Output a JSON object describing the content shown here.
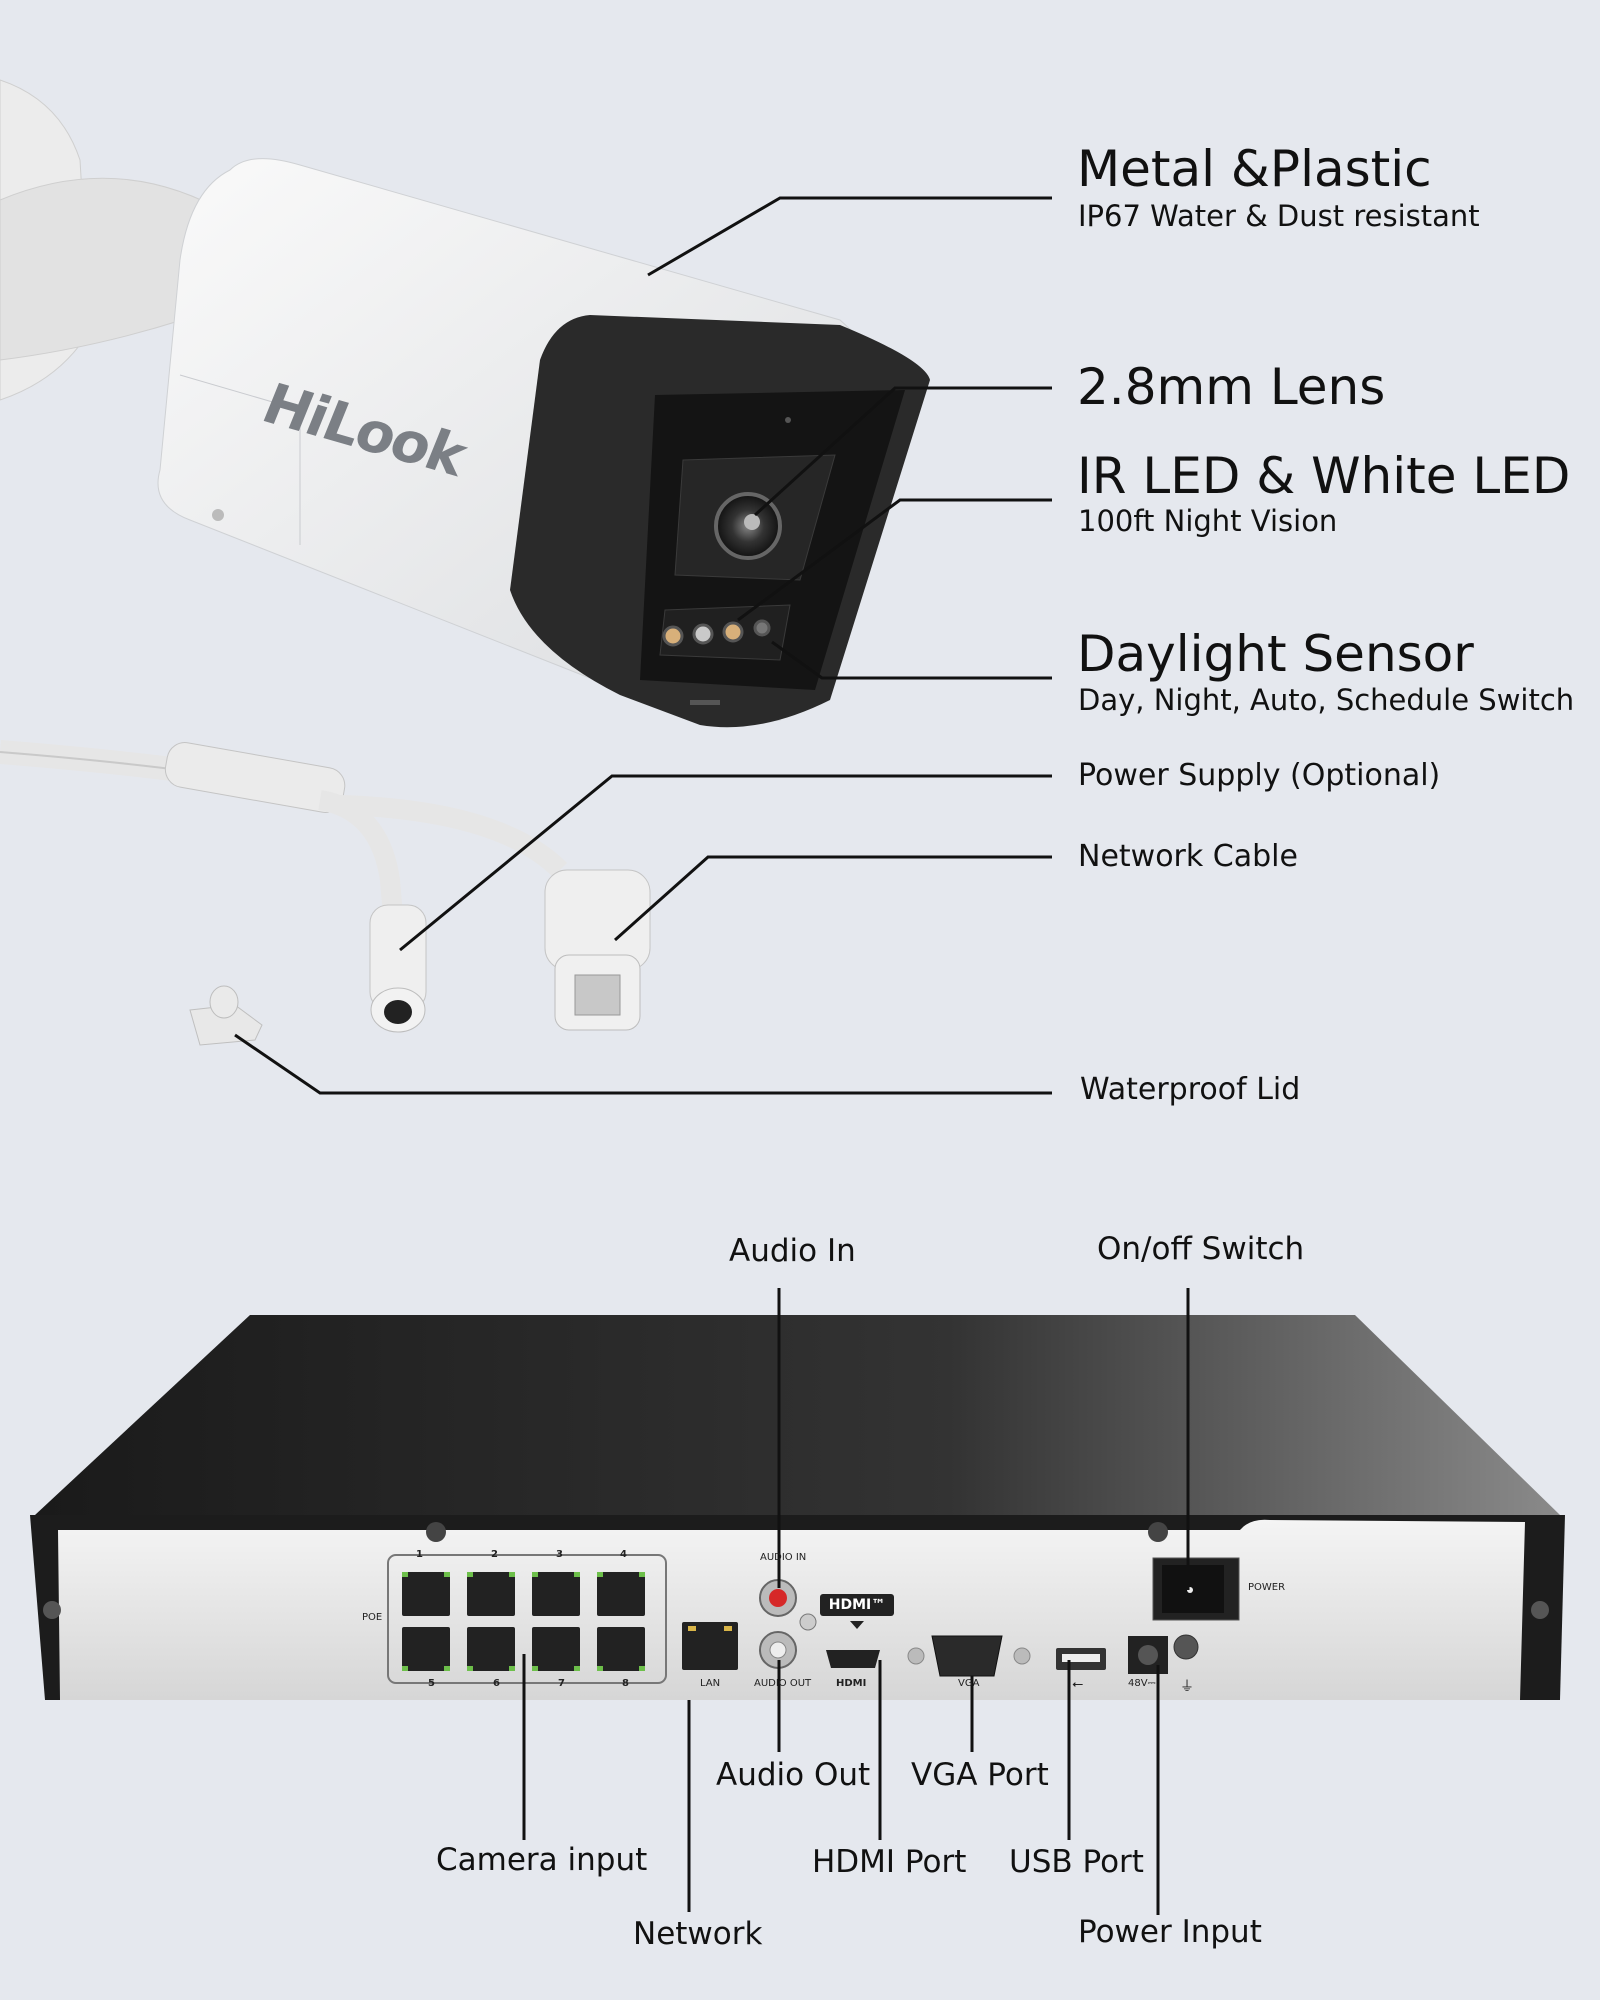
{
  "camera": {
    "brand": "HiLook",
    "features": [
      {
        "title": "Metal &Plastic",
        "subtitle": "IP67 Water & Dust resistant"
      },
      {
        "title": "2.8mm Lens"
      },
      {
        "title": "IR LED & White LED",
        "subtitle": "100ft Night Vision"
      },
      {
        "title": "Daylight Sensor",
        "subtitle": "Day, Night, Auto, Schedule Switch"
      },
      {
        "title": "Power Supply (Optional)"
      },
      {
        "title": "Network Cable"
      },
      {
        "title": "Waterproof Lid"
      }
    ]
  },
  "nvr": {
    "callouts": {
      "audio_in": "Audio In",
      "on_off": "On/off Switch",
      "audio_out": "Audio Out",
      "vga": "VGA Port",
      "camera_input": "Camera input",
      "hdmi": "HDMI Port",
      "usb": "USB Port",
      "network": "Network",
      "power_input": "Power Input"
    },
    "panel": {
      "poe": "POE",
      "lan": "LAN",
      "audio_in": "AUDIO IN",
      "audio_out": "AUDIO OUT",
      "hdmi_badge": "HDMI™",
      "hdmi": "HDMI",
      "vga": "VGA",
      "power": "POWER",
      "dc": "48V⎓",
      "port_numbers": [
        "1",
        "2",
        "3",
        "4",
        "5",
        "6",
        "7",
        "8"
      ]
    }
  }
}
